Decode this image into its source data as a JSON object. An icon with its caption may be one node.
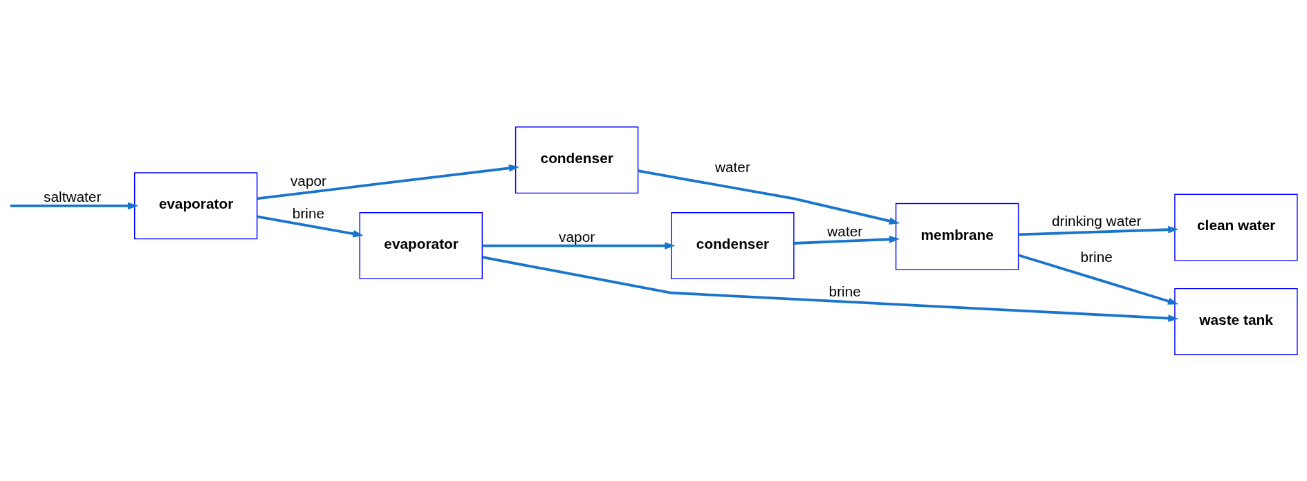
{
  "diagram": {
    "nodes": [
      {
        "text": [
          "evaporator"
        ]
      },
      {
        "text": [
          "condenser"
        ]
      },
      {
        "text": [
          "evaporator"
        ]
      },
      {
        "text": [
          "condenser"
        ]
      },
      {
        "text": [
          "membrane"
        ]
      },
      {
        "text": [
          "clean water"
        ]
      },
      {
        "text": [
          "waste tank"
        ]
      }
    ],
    "edges": [
      {
        "from": null,
        "to": 0,
        "arrow": "to",
        "label": "saltwater"
      },
      {
        "from": 0,
        "to": 1,
        "arrow": "to",
        "label": "vapor"
      },
      {
        "from": 0,
        "to": 2,
        "arrow": "to",
        "label": "brine"
      },
      {
        "from": 1,
        "to": 4,
        "arrow": "to",
        "label": "water"
      },
      {
        "from": 2,
        "to": 3,
        "arrow": "to",
        "label": "vapor"
      },
      {
        "from": 3,
        "to": 4,
        "arrow": "to",
        "label": "water"
      },
      {
        "from": 2,
        "to": 6,
        "arrow": "to",
        "label": "brine"
      },
      {
        "from": 4,
        "to": 5,
        "arrow": "to",
        "label": "drinking water"
      },
      {
        "from": 4,
        "to": 6,
        "arrow": "to",
        "label": "brine"
      }
    ]
  }
}
